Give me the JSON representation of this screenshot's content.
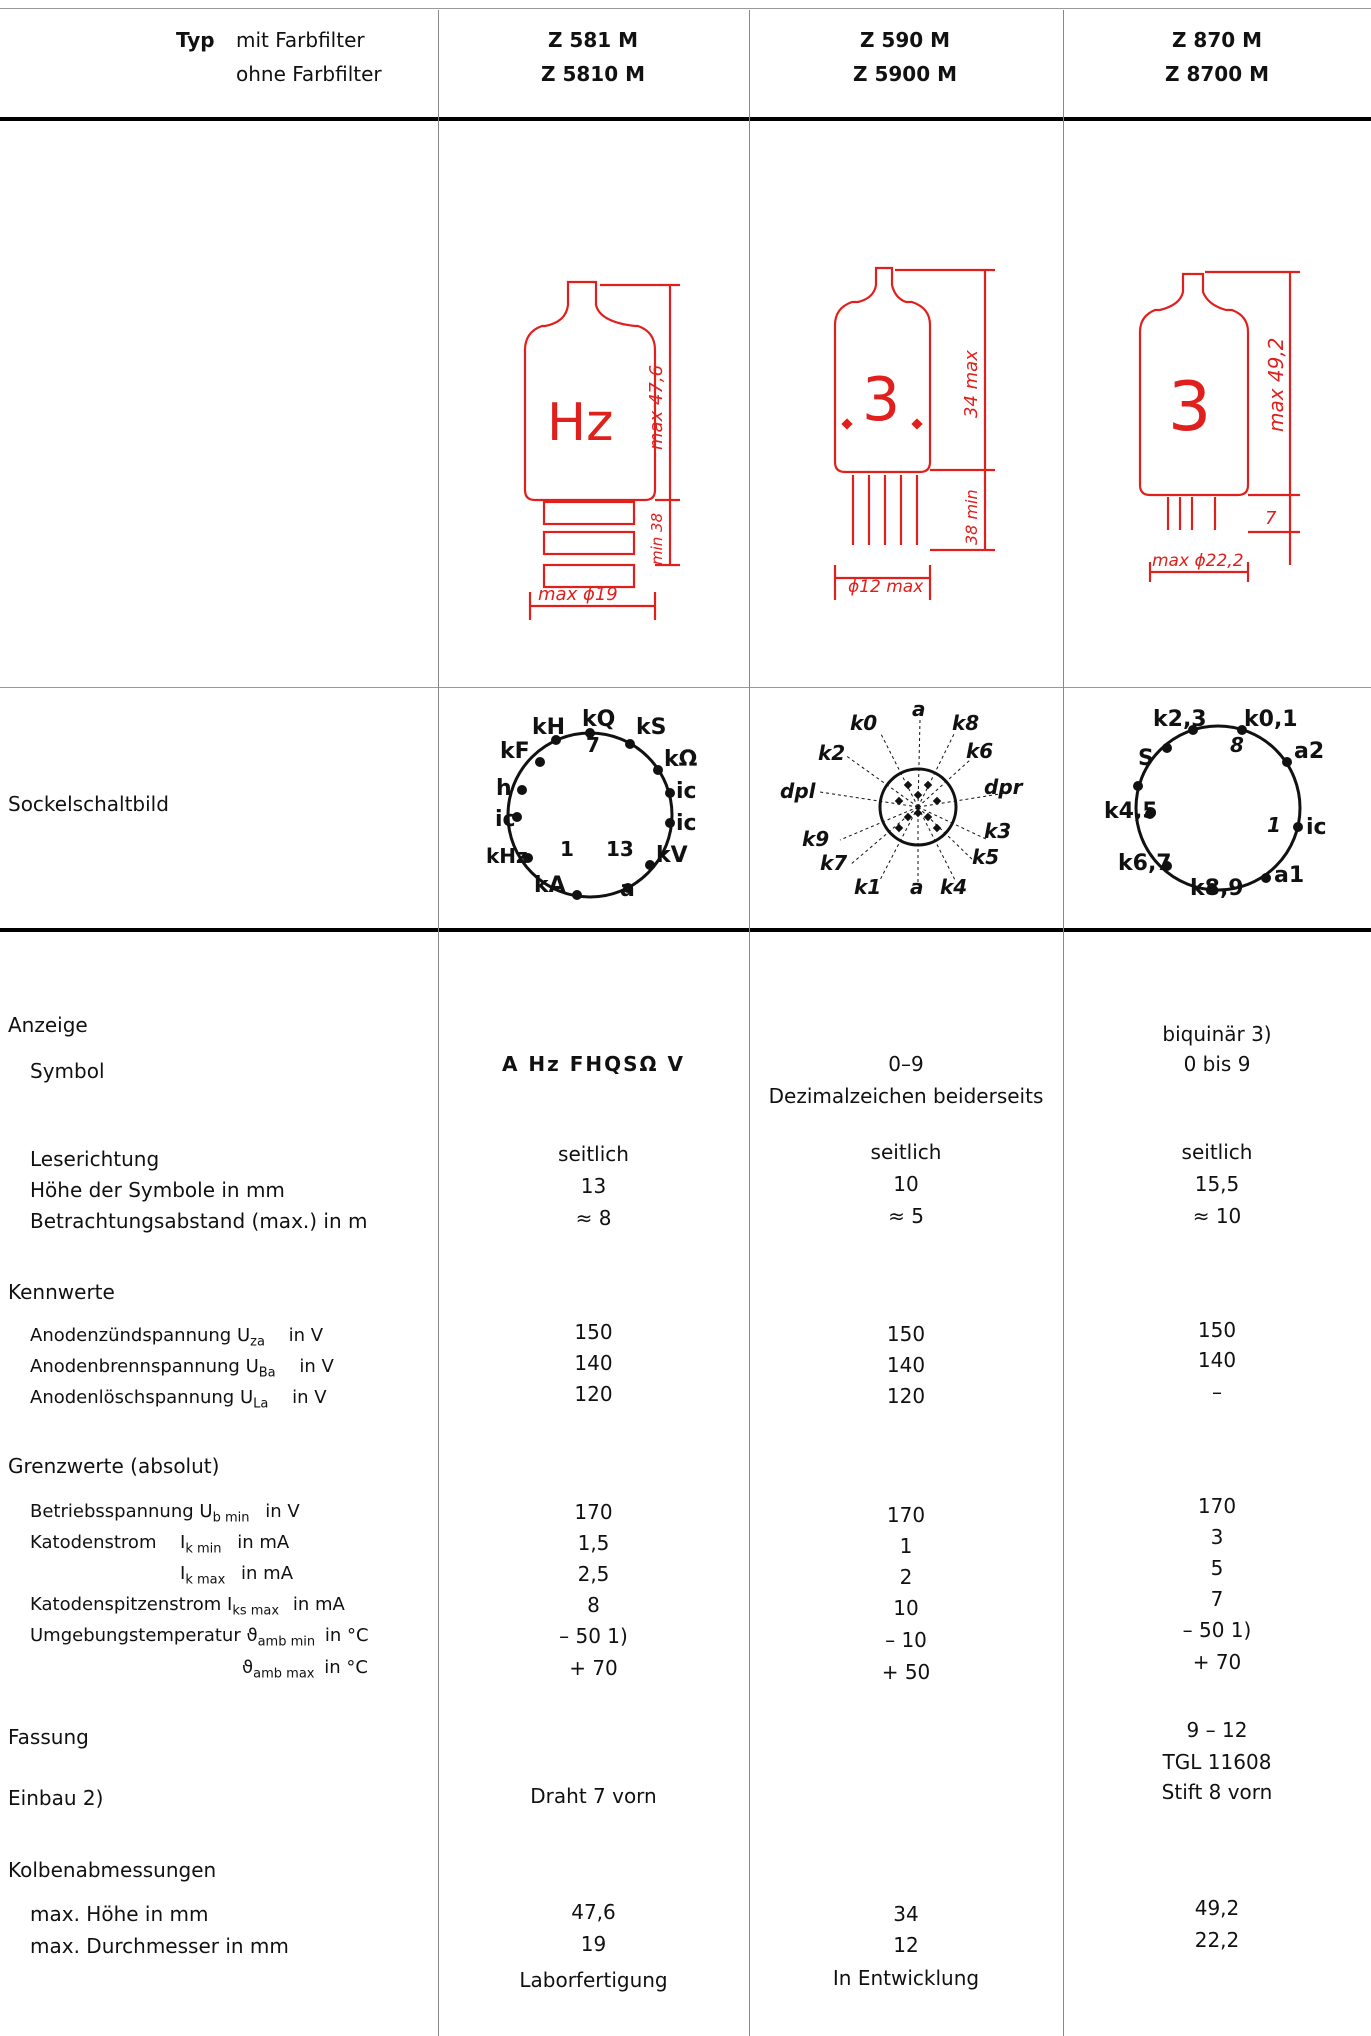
{
  "header": {
    "typ": "Typ",
    "mit": "mit Farbfilter",
    "ohne": "ohne Farbfilter",
    "col1_a": "Z 581 M",
    "col1_b": "Z 5810 M",
    "col2_a": "Z 590 M",
    "col2_b": "Z 5900 M",
    "col3_a": "Z 870 M",
    "col3_b": "Z 8700 M"
  },
  "drawings": {
    "d1_glyph": "Hz",
    "d1_height": "max 47,6",
    "d1_pin": "min 38",
    "d1_dia": "max ϕ19",
    "d2_glyph": "3",
    "d2_height": "34 max",
    "d2_pin": "38 min",
    "d2_dia": "ϕ12 max",
    "d3_glyph": "3",
    "d3_height": "max 49,2",
    "d3_pin": "7",
    "d3_dia": "max ϕ22,2"
  },
  "socket": {
    "label": "Sockelschaltbild",
    "s1": [
      "kH",
      "kQ",
      "kS",
      "7",
      "kF",
      "kΩ",
      "h",
      "ic",
      "ic",
      "ic",
      "kHz",
      "1",
      "13",
      "kV",
      "kA",
      "a"
    ],
    "s2": [
      "k0",
      "a",
      "k8",
      "k2",
      "k6",
      "dpl",
      "dpr",
      "k9",
      "k3",
      "k7",
      "k5",
      "k1",
      "a",
      "k4"
    ],
    "s3": [
      "k2,3",
      "k0,1",
      "S",
      "8",
      "a2",
      "k4,5",
      "1",
      "ic",
      "k6,7",
      "k8,9",
      "a1"
    ]
  },
  "rows": {
    "anzeige": "Anzeige",
    "symbol": "Symbol",
    "leserichtung": "Leserichtung",
    "hoehe": "Höhe der Symbole in mm",
    "betrachtung": "Betrachtungsabstand (max.) in m",
    "kennwerte": "Kennwerte",
    "zuend": "Anodenzündspannung U",
    "zuend_sub": "za",
    "zuend_unit": "in V",
    "brenn": "Anodenbrennspannung U",
    "brenn_sub": "Ba",
    "brenn_unit": "in V",
    "loesch": "Anodenlöschspannung U",
    "loesch_sub": "La",
    "loesch_unit": "in V",
    "grenz": "Grenzwerte (absolut)",
    "betrieb": "Betriebsspannung U",
    "betrieb_sub": "b min",
    "betrieb_unit": "in V",
    "katode": "Katodenstrom",
    "ik": "I",
    "ik_min_sub": "k min",
    "ik_max_sub": "k max",
    "ik_unit": "in mA",
    "spitze": "Katodenspitzenstrom I",
    "spitze_sub": "ks max",
    "spitze_unit": "in mA",
    "umgebung": "Umgebungstemperatur ϑ",
    "umg_min_sub": "amb min",
    "umg_max_sub": "amb max",
    "theta": "ϑ",
    "umg_unit": "in °C",
    "fassung": "Fassung",
    "einbau": "Einbau 2)",
    "kolben": "Kolbenabmessungen",
    "max_hoehe": "max. Höhe in mm",
    "max_durch": "max. Durchmesser in mm"
  },
  "col1": {
    "symbol": "A Hz FHQSΩ V",
    "lese": "seitlich",
    "hoehe": "13",
    "abstand": "≈ 8",
    "zuend": "150",
    "brenn": "140",
    "loesch": "120",
    "betrieb": "170",
    "ikmin": "1,5",
    "ikmax": "2,5",
    "spitze": "8",
    "umgmin": "– 50 1)",
    "umgmax": "+ 70",
    "einbau": "Draht 7 vorn",
    "max_hoehe": "47,6",
    "max_durch": "19",
    "status": "Laborfertigung"
  },
  "col2": {
    "symbol": "0–9",
    "symbol2": "Dezimalzeichen beiderseits",
    "lese": "seitlich",
    "hoehe": "10",
    "abstand": "≈ 5",
    "zuend": "150",
    "brenn": "140",
    "loesch": "120",
    "betrieb": "170",
    "ikmin": "1",
    "ikmax": "2",
    "spitze": "10",
    "umgmin": "– 10",
    "umgmax": "+ 50",
    "max_hoehe": "34",
    "max_durch": "12",
    "status": "In Entwicklung"
  },
  "col3": {
    "anzeige": "biquinär 3)",
    "symbol": "0 bis 9",
    "lese": "seitlich",
    "hoehe": "15,5",
    "abstand": "≈ 10",
    "zuend": "150",
    "brenn": "140",
    "loesch": "–",
    "betrieb": "170",
    "ikmin": "3",
    "ikmax": "5",
    "spitze": "7",
    "umgmin": "– 50 1)",
    "umgmax": "+ 70",
    "fassung": "9 – 12",
    "fassung2": "TGL 11608",
    "einbau": "Stift 8 vorn",
    "max_hoehe": "49,2",
    "max_durch": "22,2"
  },
  "colors": {
    "drawing": "#e0201c",
    "text": "#111111"
  }
}
